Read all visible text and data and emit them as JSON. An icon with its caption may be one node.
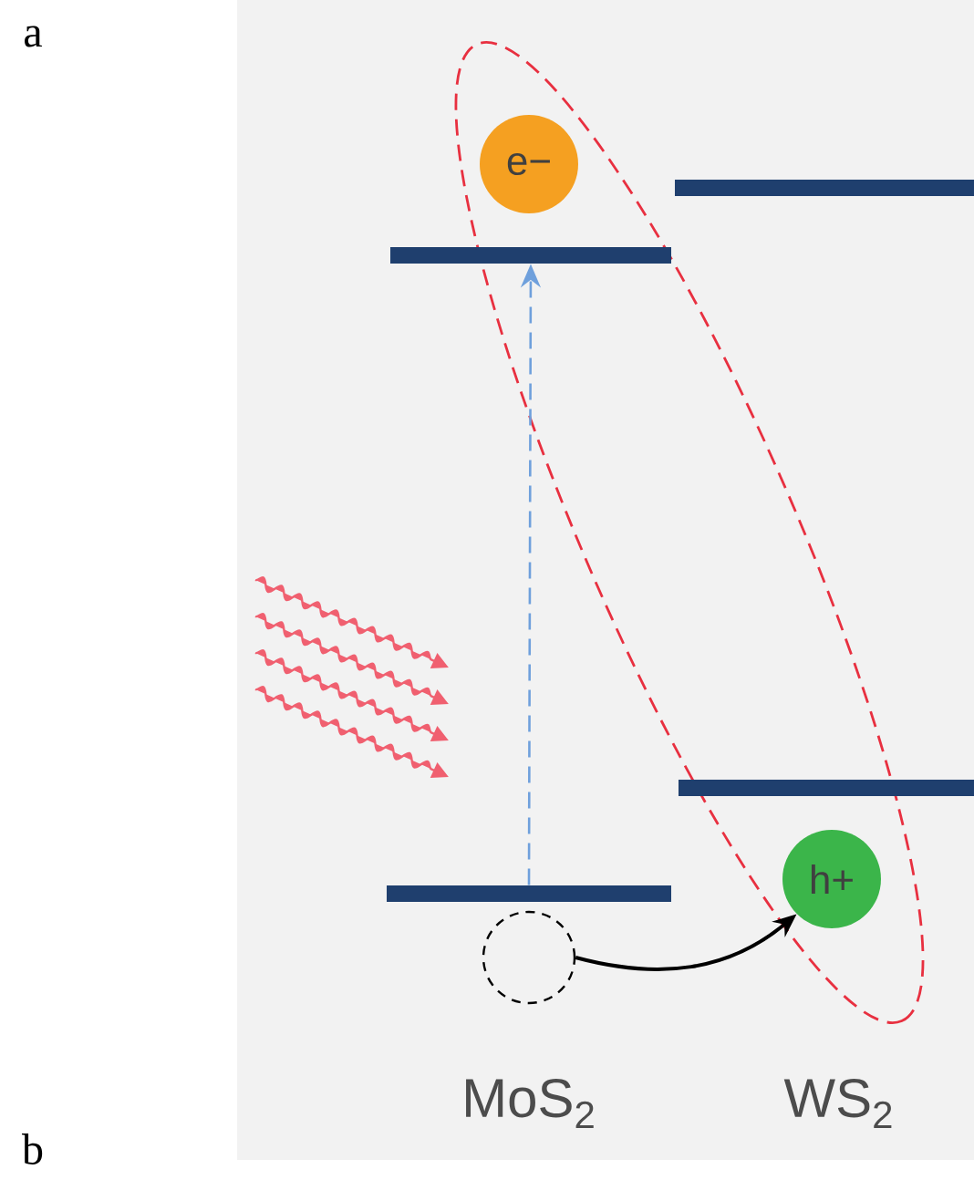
{
  "diagram": {
    "nodes": [
      {
        "text": [
          "e−"
        ]
      },
      {
        "text": [],
        "shape": "bar"
      },
      {
        "text": [],
        "shape": "bar"
      },
      {
        "text": [],
        "shape": "bar"
      },
      {
        "text": [
          "h+"
        ]
      },
      {
        "text": [],
        "shape": "bar"
      },
      {
        "text": [],
        "shape": "circle"
      }
    ],
    "edges": [
      {
        "from": 5,
        "to": 2,
        "arrow": "to",
        "style": "dashed",
        "color": "#6fa0dc"
      },
      {
        "from": 6,
        "to": 4,
        "arrow": "to",
        "color": "#000000"
      }
    ],
    "labels": [
      "a",
      "MoS$_{2}$",
      "WS$_{2}$",
      "b"
    ]
  }
}
